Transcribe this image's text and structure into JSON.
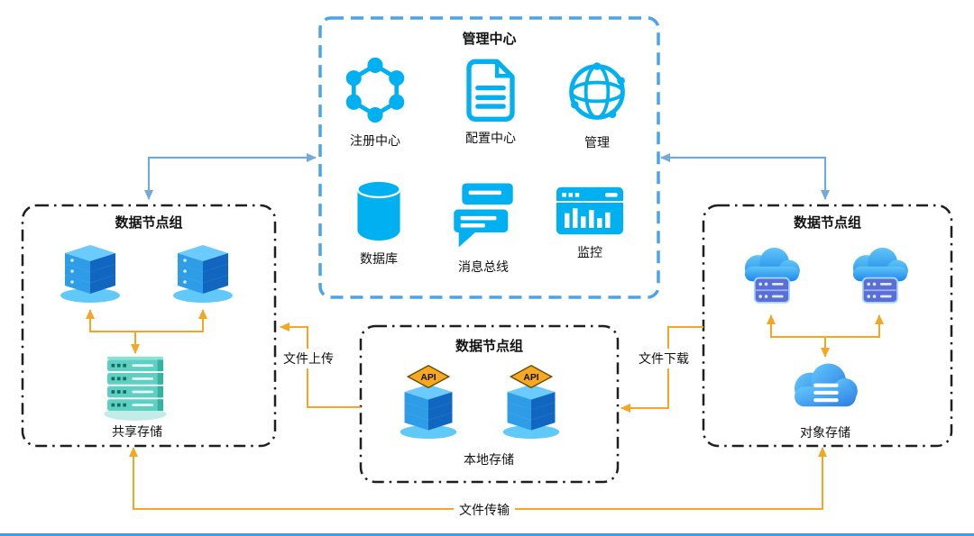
{
  "canvas": {
    "bg": "#ffffff",
    "bottom_edge_color": "#3aa0e8"
  },
  "colors": {
    "management_border": "#4da3e8",
    "group_border": "#1f1f1f",
    "icon_cyan": "#00b0f0",
    "link_blue": "#74a9d8",
    "flow_orange": "#f5a623"
  },
  "management": {
    "title": "管理中心",
    "items": [
      {
        "label": "注册中心",
        "icon": "registry-hexagon-icon"
      },
      {
        "label": "配置中心",
        "icon": "config-document-icon"
      },
      {
        "label": "管理",
        "icon": "management-globe-icon"
      },
      {
        "label": "数据库",
        "icon": "database-cylinder-icon"
      },
      {
        "label": "消息总线",
        "icon": "message-bus-icon"
      },
      {
        "label": "监控",
        "icon": "monitor-dashboard-icon"
      }
    ]
  },
  "left_group": {
    "title": "数据节点组",
    "node_icon": "server-stack-icon",
    "storage_label": "共享存储",
    "storage_icon": "shared-storage-rack-icon"
  },
  "center_group": {
    "title": "数据节点组",
    "node_icon": "api-server-icon",
    "api_badge": "API",
    "storage_label": "本地存储"
  },
  "right_group": {
    "title": "数据节点组",
    "node_icon": "cloud-server-icon",
    "storage_label": "对象存储",
    "storage_icon": "object-storage-cloud-icon"
  },
  "flows": {
    "upload_label": "文件上传",
    "download_label": "文件下载",
    "transfer_label": "文件传输"
  }
}
